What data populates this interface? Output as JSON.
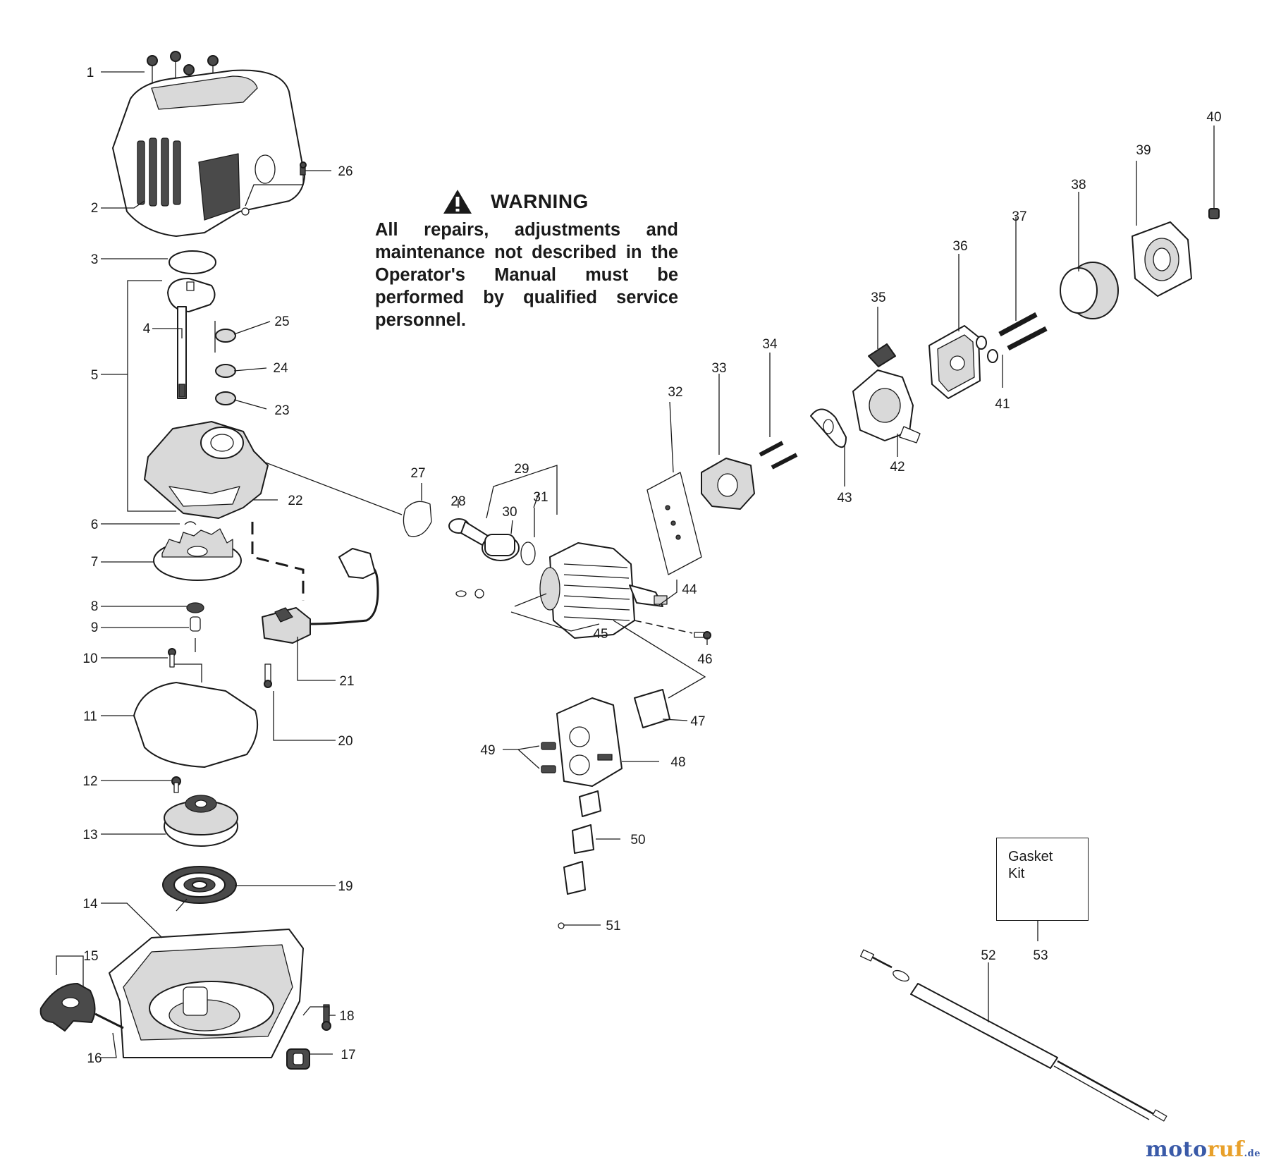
{
  "warning": {
    "heading": "WARNING",
    "text": "All repairs, adjustments and maintenance not described in the Operator's Manual must be performed by qualified service personnel."
  },
  "gasket_kit": {
    "label": "Gasket\nKit"
  },
  "watermark": {
    "main": "moto",
    "accent": "ruf",
    "tld": ".de",
    "main_color": "#3a5aa8",
    "accent_color": "#e8a02a"
  },
  "part_numbers": [
    "1",
    "2",
    "3",
    "4",
    "5",
    "6",
    "7",
    "8",
    "9",
    "10",
    "11",
    "12",
    "13",
    "14",
    "15",
    "16",
    "17",
    "18",
    "19",
    "20",
    "21",
    "22",
    "23",
    "24",
    "25",
    "26",
    "27",
    "28",
    "29",
    "30",
    "31",
    "32",
    "33",
    "34",
    "35",
    "36",
    "37",
    "38",
    "39",
    "40",
    "41",
    "42",
    "43",
    "44",
    "45",
    "46",
    "47",
    "48",
    "49",
    "50",
    "51",
    "52",
    "53"
  ]
}
